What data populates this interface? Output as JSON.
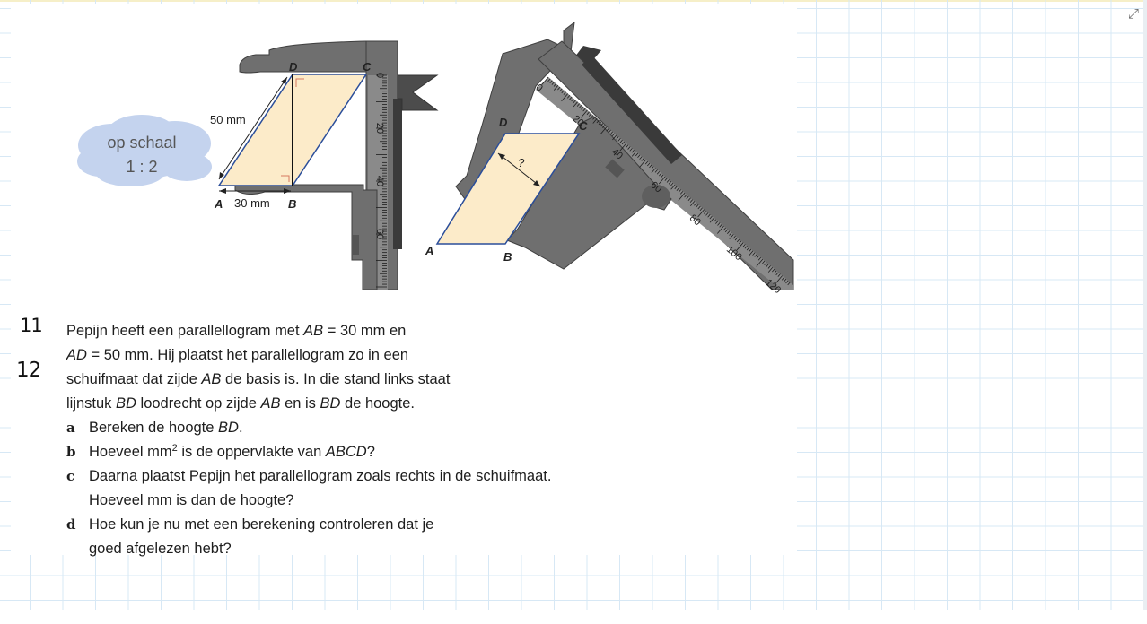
{
  "ui": {
    "expand_icon": "⤢"
  },
  "exercise": {
    "handwriting_top": "11",
    "handwriting_bottom": "12",
    "intro": {
      "line1_a": "Pepijn heeft een parallellogram met ",
      "line1_ab": "AB",
      "line1_b": " = 30 mm en",
      "line2_ad": "AD",
      "line2_b": " = 50 mm. Hij plaatst het parallellogram zo in een",
      "line3_a": "schuifmaat dat zijde ",
      "line3_ab": "AB",
      "line3_b": " de basis is. In die stand links staat",
      "line4_a": "lijnstuk ",
      "line4_bd": "BD",
      "line4_b": " loodrecht op zijde ",
      "line4_ab": "AB",
      "line4_c": " en is ",
      "line4_bd2": "BD",
      "line4_d": " de hoogte."
    },
    "questions": {
      "a": {
        "letter": "a",
        "text": "Bereken de hoogte ",
        "em": "BD",
        "end": "."
      },
      "b": {
        "letter": "b",
        "text": "Hoeveel mm",
        "sup": "2",
        "text2": " is de oppervlakte van ",
        "em": "ABCD",
        "end": "?"
      },
      "c": {
        "letter": "c",
        "line1": "Daarna plaatst Pepijn het parallellogram zoals rechts in de schuifmaat.",
        "line2": "Hoeveel mm is dan de hoogte?"
      },
      "d": {
        "letter": "d",
        "line1": "Hoe kun je nu met een berekening controleren dat je",
        "line2": "goed afgelezen hebt?"
      }
    }
  },
  "figure": {
    "cloud": {
      "line1": "op schaal",
      "line2": "1 : 2"
    },
    "left": {
      "D": "D",
      "C": "C",
      "A": "A",
      "B": "B",
      "ad_label": "50 mm",
      "ab_label": "30 mm",
      "ticks": [
        "0",
        "20",
        "40",
        "60"
      ]
    },
    "right": {
      "D": "D",
      "C": "C",
      "A": "A",
      "B": "B",
      "height": "?",
      "ticks": [
        "0",
        "20",
        "40",
        "60",
        "80",
        "100",
        "120"
      ]
    },
    "colors": {
      "steel": "#6f6f6f",
      "steel_dark": "#4a4a4a",
      "paper": "#fcebc9",
      "edge": "#2b4e9a",
      "cloud": "#c4d3ee"
    }
  }
}
